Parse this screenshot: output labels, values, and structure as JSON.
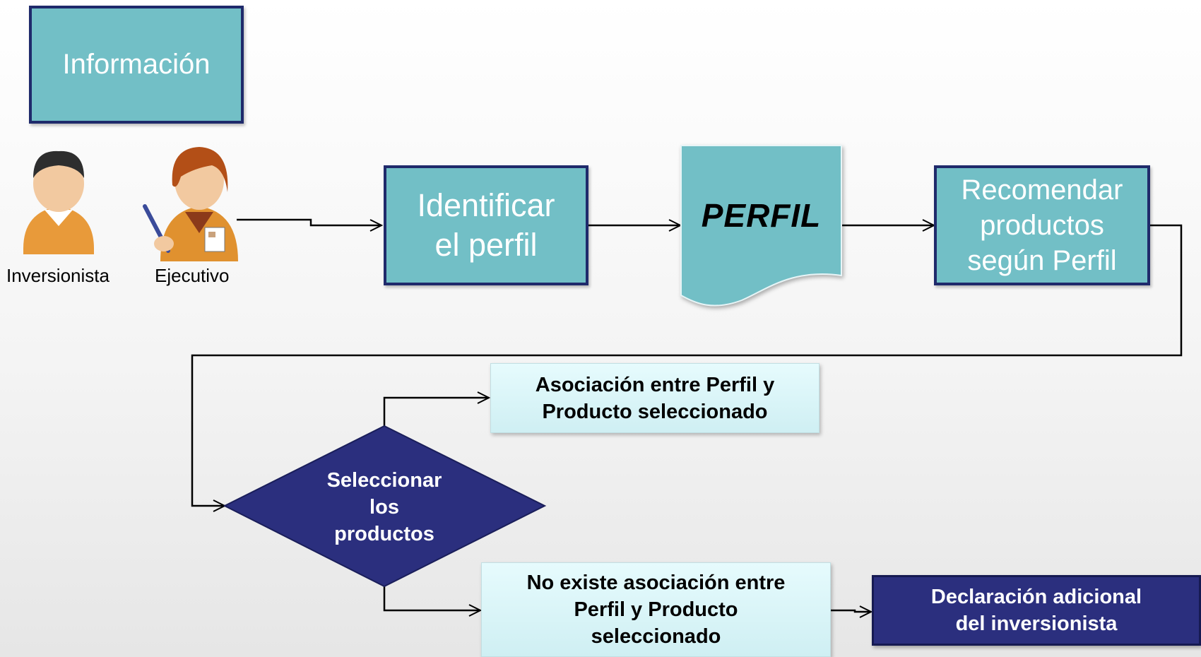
{
  "info_box": {
    "label": "Información"
  },
  "personas": [
    {
      "label": "Inversionista",
      "icon": "investor-icon"
    },
    {
      "label": "Ejecutivo",
      "icon": "executive-icon"
    }
  ],
  "nodes": {
    "identify": {
      "line1": "Identificar",
      "line2": "el perfil"
    },
    "profile_doc": {
      "label": "PERFIL"
    },
    "recommend": {
      "line1": "Recomendar",
      "line2": "productos",
      "line3": "según Perfil"
    },
    "select": {
      "line1": "Seleccionar",
      "line2": "los",
      "line3": "productos"
    },
    "association": {
      "line1": "Asociación entre Perfil y",
      "line2": "Producto seleccionado"
    },
    "no_association": {
      "line1": "No existe asociación entre",
      "line2": "Perfil y Producto",
      "line3": "seleccionado"
    },
    "declaration": {
      "line1": "Declaración adicional",
      "line2": "del inversionista"
    }
  },
  "colors": {
    "teal": "#72bfc6",
    "navy": "#2b2f7e",
    "border_navy": "#1f2a6b",
    "light_cyan": "#d9f6f9"
  }
}
